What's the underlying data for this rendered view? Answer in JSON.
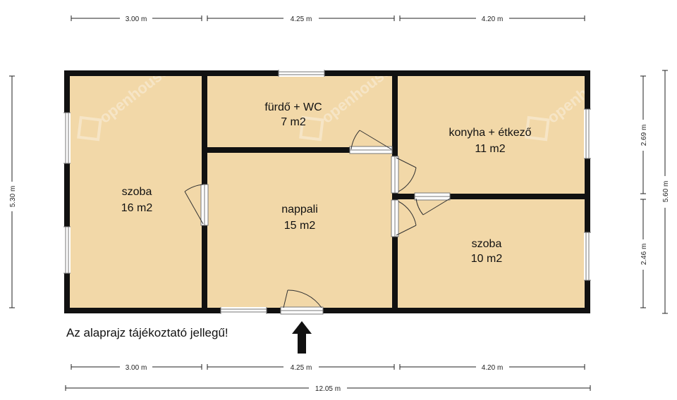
{
  "dimensions": {
    "top": [
      "3.00 m",
      "4.25 m",
      "4.20 m"
    ],
    "bottom": [
      "3.00 m",
      "4.25 m",
      "4.20 m"
    ],
    "total_width": "12.05 m",
    "left_height": "5.30 m",
    "right_inner": [
      "2.69 m",
      "2.46 m"
    ],
    "right_total": "5.60 m"
  },
  "rooms": {
    "szoba_left": {
      "name": "szoba",
      "area": "16 m2"
    },
    "furdo": {
      "name": "fürdő + WC",
      "area": "7 m2"
    },
    "nappali": {
      "name": "nappali",
      "area": "15 m2"
    },
    "konyha": {
      "name": "konyha + étkező",
      "area": "11 m2"
    },
    "szoba_right": {
      "name": "szoba",
      "area": "10 m2"
    }
  },
  "watermark": "openhouse",
  "note": "Az alaprajz tájékoztató jellegű!",
  "colors": {
    "floor": "#f2d8a8",
    "wall": "#111111",
    "dim": "#222222"
  },
  "icons": {
    "entrance": "entrance-arrow-icon"
  }
}
